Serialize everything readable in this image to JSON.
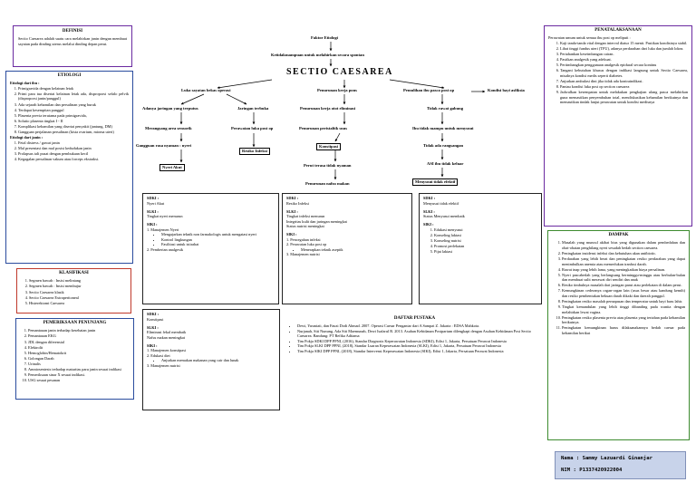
{
  "definisi": {
    "title": "DEFINISI",
    "text": "Sectio Caesarea adalah suatu cara melahirkan janin dengan membuat sayatan pada dinding uterus melalui dinding depan perut."
  },
  "etiologi": {
    "title": "ETIOLOGI",
    "ibu_heading": "Etiologi dari ibu :",
    "ibu_items": [
      "Primigravida dengan kelainan letak",
      "Primi para tua disertai kelainan letak ada, disproporsi sefalo pelvik (disproporsi janin/panggul)",
      "Ada sejarah kehamilan dan persalinan yang buruk",
      "Terdapat kesempitan panggul",
      "Plasenta previa terutama pada primigravida,",
      "Solutio plasenta tingkat I - II",
      "Komplikasi kehamilan yang disertai penyakit (jantung, DM)",
      "Gangguan perjalanan persalinan (kista ovarium, mioma uteri)"
    ],
    "janin_heading": "Etiologi dari janin :",
    "janin_items": [
      "Fetal distress / gawat janin",
      "Mal presentasi dan mal posisi kedudukan janin",
      "Prolapsus tali pusat dengan pembukaan kecil",
      "Kegagalan persalinan vakum atau forceps ekstraksi."
    ]
  },
  "klasifikasi": {
    "title": "KLASIFIKASI",
    "items": [
      "Segmen bawah : Insisi melintang",
      "Segmen bawah : Insisi membujur",
      "Sectio Caesarea klasik",
      "Sectio Caesarea Extraperitoneal",
      "Histerektomi Caesarea"
    ]
  },
  "pemeriksaan": {
    "title": "PEMERIKSAAN PENUNJANG",
    "items": [
      "Pemantauan janin terhadap kesehatan janin",
      "Pemantauan EKG",
      "JDL dengan diferensial",
      "Elektrolit",
      "Hemoglobin/Hematokrit",
      "Golongan Darah",
      "Urinalis",
      "Amniosentesis terhadap maturitas paru janin sesuai indikasi",
      "Pemeriksaan sinar X sesuai indikasi.",
      "USG sesuai pesanan"
    ]
  },
  "flow": {
    "faktor": "Faktor Etiologi",
    "ketidakmampuan": "Ketidakmampuan untuk melahirkan secara spontan",
    "title": "SECTIO CAESAREA",
    "luka": "Luka sayatan bekas operasi",
    "adanya": "Adanya jaringan yang terputus",
    "jaringan": "Jaringan terbuka",
    "merangsang": "Merangsang area sensorik",
    "perawatan": "Perawatan luka post op",
    "gangguan": "Gangguan rasa nyaman : nyeri",
    "resiko": "Resiko Infeksi",
    "nyeri": "Nyeri Akut",
    "penurunan_kerja": "Penurunan kerja pons",
    "penurunan_otot": "Penurunan kerja otot eliminasi",
    "penurunan_peristaltik": "Penurunan peristaltik usus",
    "konstipasi": "Konstipasi",
    "perut": "Perut terasa tidak nyaman",
    "nafsu": "Penurunan nafsu makan",
    "pemulihan": "Pemulihan ibu pasca post op",
    "kondisi": "Kondisi bayi asfiksia",
    "tidak_rawat": "Tidak rawat gabung",
    "ibu_tidak": "Ibu tidak mampu untuk menyusui",
    "tidak_ada": "Tidak ada rangsangan",
    "asi": "ASI ibu tidak keluar",
    "menyusui": "Menyusui tidak efektif"
  },
  "sdki1": {
    "sdki_label": "SDKI :",
    "sdki": "Nyeri Akut",
    "slki_label": "SLKI :",
    "slki": "Tingkat nyeri menurun",
    "siki_label": "SIKI :",
    "siki_main": "1.  Manajemen Nyeri",
    "siki_sub": [
      "Mengajarkan teknik non farmakologis untuk mengatasi nyeri",
      "Kontrol lingkungan",
      "Fasilitasi untuk istirahat"
    ],
    "siki_last": "2.  Pemberian analgesik"
  },
  "sdki2": {
    "sdki_label": "SDKI :",
    "sdki": "Resiko Infeksi",
    "slki_label": "SLKI :",
    "slki": "Tingkat infeksi menurun",
    "slki2": "Integritas kulit dan jaringan meningkat",
    "slki3": "Status nutrisi meningkat",
    "siki_label": "SIKI :",
    "siki_1": "1.  Pencegahan infeksi",
    "siki_2": "2.  Perawatan luka post op",
    "siki_sub": [
      "Menerapkan teknik aseptik"
    ],
    "siki_3": "3.  Manajemen nutrisi"
  },
  "sdki3": {
    "sdki_label": "SDKI :",
    "sdki": "Menyusui tidak efektif",
    "slki_label": "SLKI :",
    "slki": "Status Menyusui membaik",
    "siki_label": "SIKI :",
    "siki": [
      "Edukasi menyusui",
      "Konseling laktasi",
      "Konseling nutrisi",
      "Promosi perlekatan",
      "Pijat laktasi"
    ]
  },
  "sdki4": {
    "sdki_label": "SDKI :",
    "sdki": "Konstipasi",
    "slki_label": "SLKI :",
    "slki": "Eliminasi fekal membaik",
    "slki2": "Nafsu makan meningkat",
    "siki_label": "SIKI :",
    "siki_1": "1.  Manajemen konstipasi",
    "siki_2": "2.  Edukasi diet",
    "siki_sub": [
      "Anjurkan memakan makanan yang cair dan lunak"
    ],
    "siki_3": "3.  Manajemen nutrisi"
  },
  "pustaka": {
    "title": "DAFTAR PUSTAKA",
    "items": [
      "Dewi, Yusmiati, dan Fauzi Dodi Ahmad. 2007. Operasi Caesar Pengantar dari A Sampai Z. Jakarta : EDSA Mahkota.",
      "Nurjanah, Siti Nunung, Ada Siti Maemunah, Dewi Isafarul R. 2013. Asuhan Kebidanan Postpartum dilengkapi dengan Asuhan Kebidanan Post Sectio Caesarea. Bandung: PT Refika Aditama",
      "Tim Pokja SDKI DPP PPNI, (2016), Standar Diagnosis Keperawatan Indonesia (SDKI), Edisi 1, Jakarta, Persatuan Perawat Indonesia",
      "Tim Pokja SLKI DPP PPNI, (2018), Standar Luaran Keperawatan Indonesia (SLKI), Edisi 1, Jakarta, Persatuan Perawat Indonesia",
      "Tim Pokja SIKI DPP PPNI, (2018), Standar Intervensi Keperawatan Indonesia (SIKI), Edisi 1, Jakarta, Persatuan Perawat Indonesia"
    ]
  },
  "penatalaksanaan": {
    "title": "PENATALAKSANAAN",
    "intro": "Perawatan umum untuk semua ibu post op meliputi :",
    "items": [
      "Kaji tanda-tanda vital dengan interval diatur 15 menit. Pastikan kondisinya stabil.",
      "Lihat tinggi fundus uteri (TFU), adanya perdarahan dari luka dan jumlah lokea.",
      "Pertahankan keseimbangan cairan.",
      "Pastikan analgesik yang adekuat.",
      "Pertimbangkan penggunaan analgesik epidural secara kontinu",
      "Tangani kebutuhan khusus dengan indikasi langsung untuk Sectio Caesarea, misalnya kondisi medis seperti diabetes.",
      "Anjurkan ambulasi dini jika tidak ada kontraindikasi.",
      "Pantau kondisi luka post op section caesarea",
      "Jadwalkan kesempatan untuk melakukan pengkajian ulang pasca melahirkan guna memastikan penyembuhan total, mendiskusikan kehamilan berikutnya dan memastikan tindak lanjut perawatan untuk kondisi medisnya"
    ]
  },
  "dampak": {
    "title": "DAMPAK",
    "items": [
      "Masalah yang muncul akibat bius yang digunakan dalam pembedahan dan obat-obatan penghilang nyeri sesudah bedah section caesarea.",
      "Peningkatan insidensi infeksi dan kebutuhan akan antibiotic.",
      "Perdarahan yang lebih berat dan peningkatan resiko perdarahan yang dapat menimbulkan anemia atau memerlukan tranfusi darah.",
      "Rawat inap yang lebih lama, yang meningkatkan biaya persalinan.",
      "Nyeri pascabedah yang berlangsung berminggu-minggu atau berbulan-bulan dan membuat sulit merawat diri sendiri dan anak",
      "Resiko timbulnya masalah dari jaringan parut atau perlekatan di dalam perut.",
      "Kemungkinan cederanya organ-organ lain (usus besar atau kandung kemih) dan resiko pembentukan bekuan darah dikaki dan daerah panggul.",
      "Peningkatan resiko masalah pernapasan dan temperatur untuk bayi baru lahir.",
      "Tingkat kemandulan yang lebih tinggi dibanding pada wanita dengan melahirkan lewat vagina.",
      "Peningkatan resiko plasenta previa atau plasenta yang tertahan pada kehamilan berikutnya.",
      "Peningkatan kemungkinan harus dilaksanakannya bedah caesar pada kehamilan berikut"
    ]
  },
  "identity": {
    "nama": "Nama : Sammy Lazuardi Ginanjar",
    "nim": "NIM  : P1337420922004"
  }
}
